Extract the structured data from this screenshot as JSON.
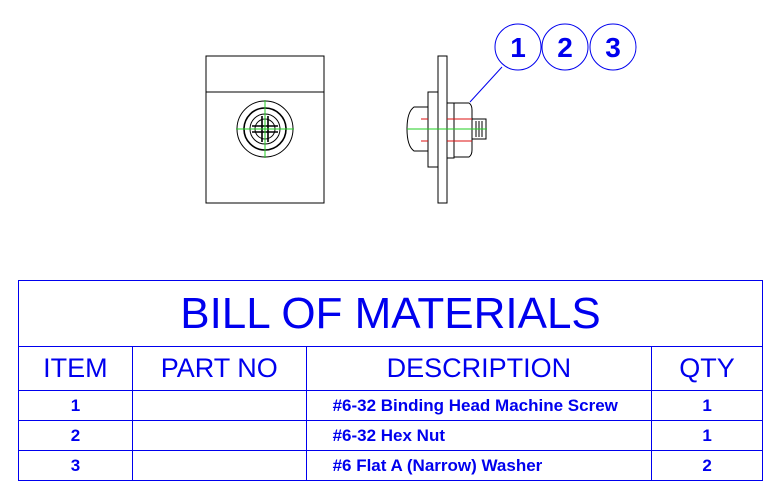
{
  "balloons": [
    "1",
    "2",
    "3"
  ],
  "bom": {
    "title": "BILL OF MATERIALS",
    "headers": [
      "ITEM",
      "PART NO",
      "DESCRIPTION",
      "QTY"
    ],
    "rows": [
      {
        "item": "1",
        "part_no": "",
        "description": "#6-32 Binding Head Machine Screw",
        "qty": "1"
      },
      {
        "item": "2",
        "part_no": "",
        "description": "#6-32 Hex Nut",
        "qty": "1"
      },
      {
        "item": "3",
        "part_no": "",
        "description": "#6 Flat A (Narrow) Washer",
        "qty": "2"
      }
    ]
  },
  "colors": {
    "annotation": "#0000ee",
    "centerline": "#22cc22",
    "hidden": "#dd1111"
  }
}
